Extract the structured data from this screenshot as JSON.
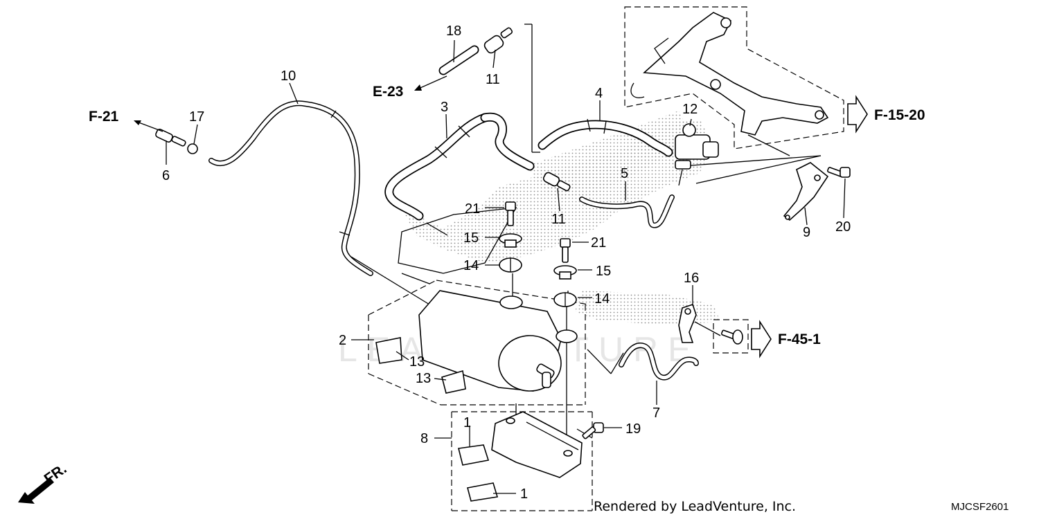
{
  "callouts": {
    "c1a": "1",
    "c1b": "1",
    "c2": "2",
    "c3": "3",
    "c4": "4",
    "c5": "5",
    "c6": "6",
    "c7": "7",
    "c8": "8",
    "c9": "9",
    "c10": "10",
    "c11a": "11",
    "c11b": "11",
    "c12": "12",
    "c13a": "13",
    "c13b": "13",
    "c14a": "14",
    "c14b": "14",
    "c15a": "15",
    "c15b": "15",
    "c16": "16",
    "c17": "17",
    "c18": "18",
    "c19": "19",
    "c20": "20",
    "c21a": "21",
    "c21b": "21"
  },
  "refs": {
    "f21": "F-21",
    "e23": "E-23",
    "f1520": "F-15-20",
    "f451": "F-45-1",
    "fr": "FR."
  },
  "footer": {
    "rendered_by": "Rendered by LeadVenture, Inc.",
    "diagram_code": "MJCSF2601"
  },
  "watermark": "LEADVENTURE"
}
